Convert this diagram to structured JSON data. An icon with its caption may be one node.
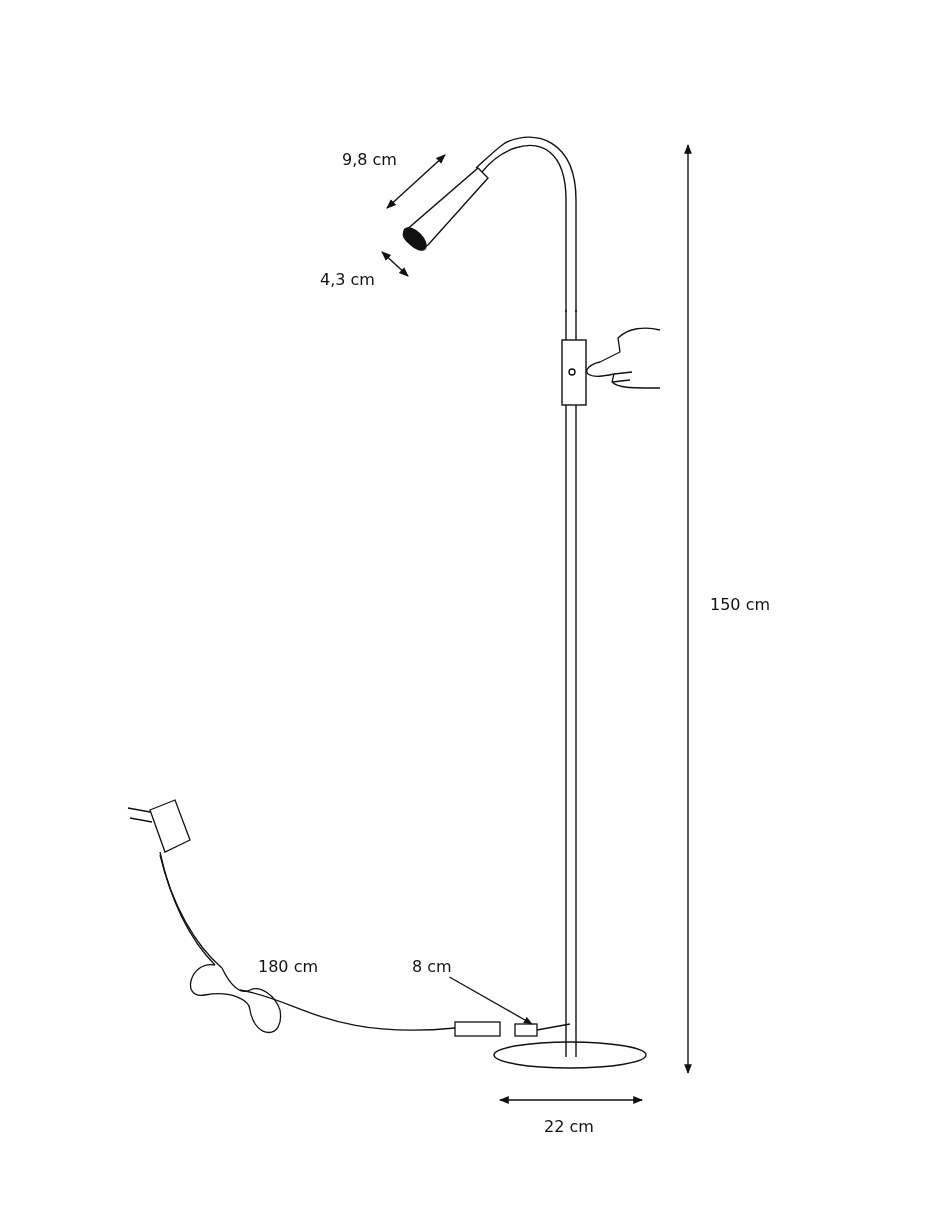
{
  "diagram": {
    "nodes": [
      {
        "text": [
          "8 cm"
        ]
      },
      {
        "text": [],
        "shape": "picture"
      }
    ],
    "edges": [
      {
        "from": 0,
        "to": 1,
        "arrow": "to"
      }
    ],
    "labels": [
      "9,8 cm",
      "4,3 cm",
      "150 cm",
      "180 cm",
      "22 cm"
    ]
  }
}
